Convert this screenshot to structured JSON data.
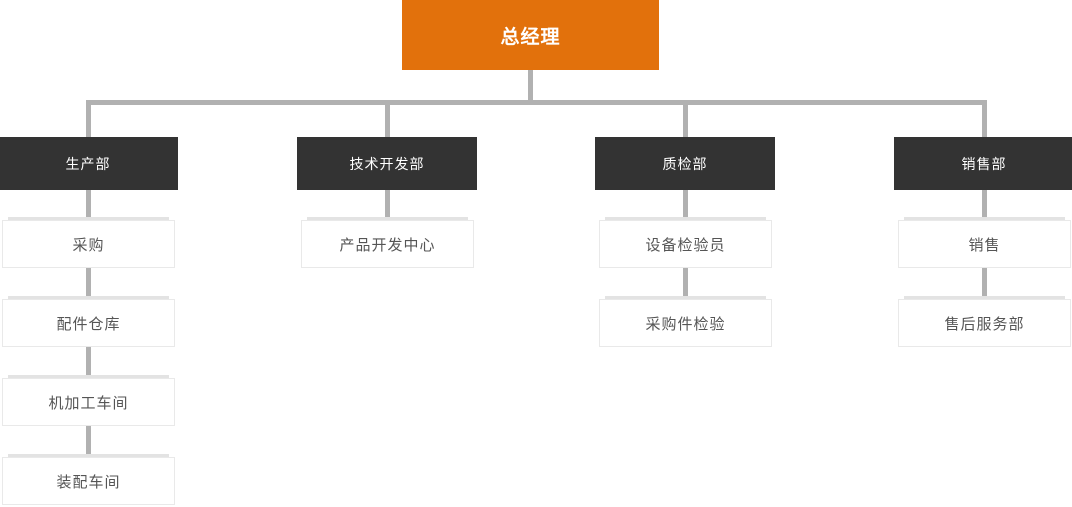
{
  "colors": {
    "page_bg": "#ffffff",
    "root_bg": "#e2710c",
    "root_text": "#ffffff",
    "dept_bg": "#333333",
    "dept_text": "#ffffff",
    "connector": "#b1b1b1",
    "child_bg": "#ffffff",
    "child_border": "#e9e9e9",
    "child_top_bar": "#e3e3e3",
    "child_text": "#555555"
  },
  "chart_data": {
    "type": "org-tree",
    "root": {
      "label": "总经理"
    },
    "departments": [
      {
        "label": "生产部",
        "children": [
          "采购",
          "配件仓库",
          "机加工车间",
          "装配车间"
        ]
      },
      {
        "label": "技术开发部",
        "children": [
          "产品开发中心"
        ]
      },
      {
        "label": "质检部",
        "children": [
          "设备检验员",
          "采购件检验"
        ]
      },
      {
        "label": "销售部",
        "children": [
          "销售",
          "售后服务部"
        ]
      }
    ]
  }
}
